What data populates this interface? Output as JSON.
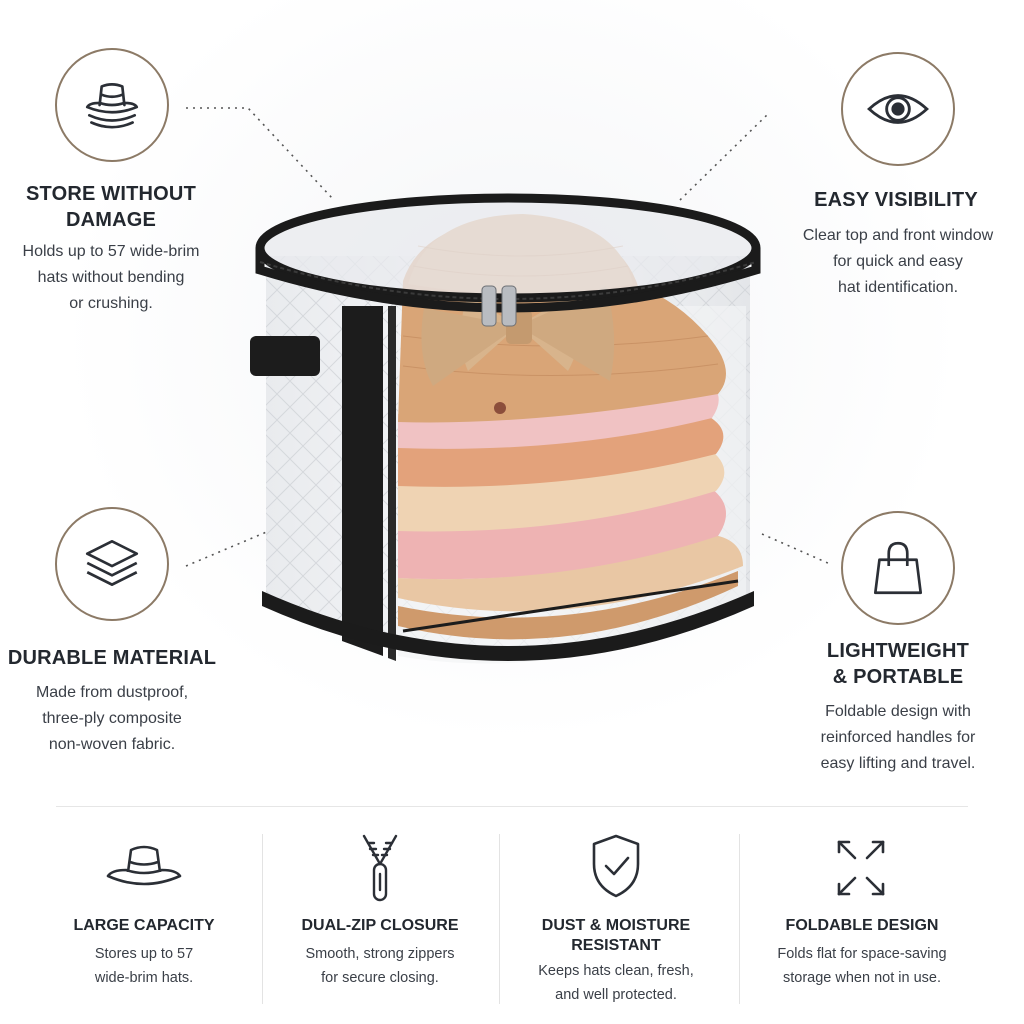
{
  "features": {
    "store": {
      "icon": "hat-stack-icon",
      "title_l1": "STORE WITHOUT",
      "title_l2": "DAMAGE",
      "desc_l1": "Holds up to 57 wide-brim",
      "desc_l2": "hats without bending",
      "desc_l3": "or crushing."
    },
    "visibility": {
      "icon": "eye-icon",
      "title_l1": "EASY VISIBILITY",
      "desc_l1": "Clear top and front window",
      "desc_l2": "for quick and easy",
      "desc_l3": "hat identification."
    },
    "durable": {
      "icon": "layers-icon",
      "title_l1": "DURABLE MATERIAL",
      "desc_l1": "Made from dustproof,",
      "desc_l2": "three-ply composite",
      "desc_l3": "non-woven fabric."
    },
    "portable": {
      "icon": "bag-icon",
      "title_l1": "LIGHTWEIGHT",
      "title_l2": "& PORTABLE",
      "desc_l1": "Foldable design with",
      "desc_l2": "reinforced handles for",
      "desc_l3": "easy lifting and travel."
    }
  },
  "bottom": [
    {
      "icon": "hat-icon",
      "title_l1": "LARGE CAPACITY",
      "title_l2": "",
      "desc_l1": "Stores up to 57",
      "desc_l2": "wide-brim hats."
    },
    {
      "icon": "zipper-icon",
      "title_l1": "DUAL-ZIP CLOSURE",
      "title_l2": "",
      "desc_l1": "Smooth, strong zippers",
      "desc_l2": "for secure closing."
    },
    {
      "icon": "shield-check-icon",
      "title_l1": "DUST & MOISTURE",
      "title_l2": "RESISTANT",
      "desc_l1": "Keeps hats clean, fresh,",
      "desc_l2": "and well protected."
    },
    {
      "icon": "expand-arrows-icon",
      "title_l1": "FOLDABLE DESIGN",
      "title_l2": "",
      "desc_l1": "Folds flat for space-saving",
      "desc_l2": "storage when not in use."
    }
  ],
  "colors": {
    "ring": "#8c7a66",
    "text": "#23282f",
    "box_trim": "#1b1b1b",
    "straw": "#d9a577",
    "pink": "#eeb8b8"
  }
}
